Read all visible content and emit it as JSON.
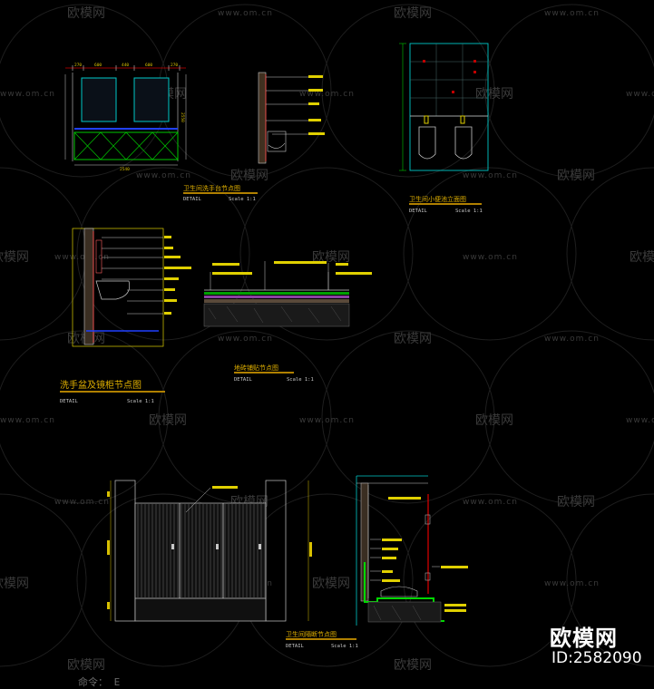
{
  "watermark": {
    "name": "欧模网",
    "url": "www.om.cn"
  },
  "drawings": {
    "mirror_elevation": {
      "title": "卫生间洗手台节点图",
      "detail": "DETAIL",
      "scale": "Scale 1:1",
      "width_dim": "2540",
      "height_dim": "2550"
    },
    "urinal_elevation": {
      "title": "卫生间小便池立面图",
      "detail": "DETAIL",
      "scale": "Scale 1:1"
    },
    "basin_section": {
      "title": "洗手盆及镜柜节点图",
      "detail": "DETAIL",
      "scale": "Scale 1:1"
    },
    "floor_section": {
      "title": "地砖铺贴节点图",
      "detail": "DETAIL",
      "scale": "Scale 1:1"
    },
    "partition_elevation": {
      "title": "卫生间隔断节点图",
      "detail": "DETAIL",
      "scale": "Scale 1:1"
    }
  },
  "brand": {
    "logo": "欧模网",
    "id": "ID:2582090"
  },
  "command_line": "命令： E"
}
